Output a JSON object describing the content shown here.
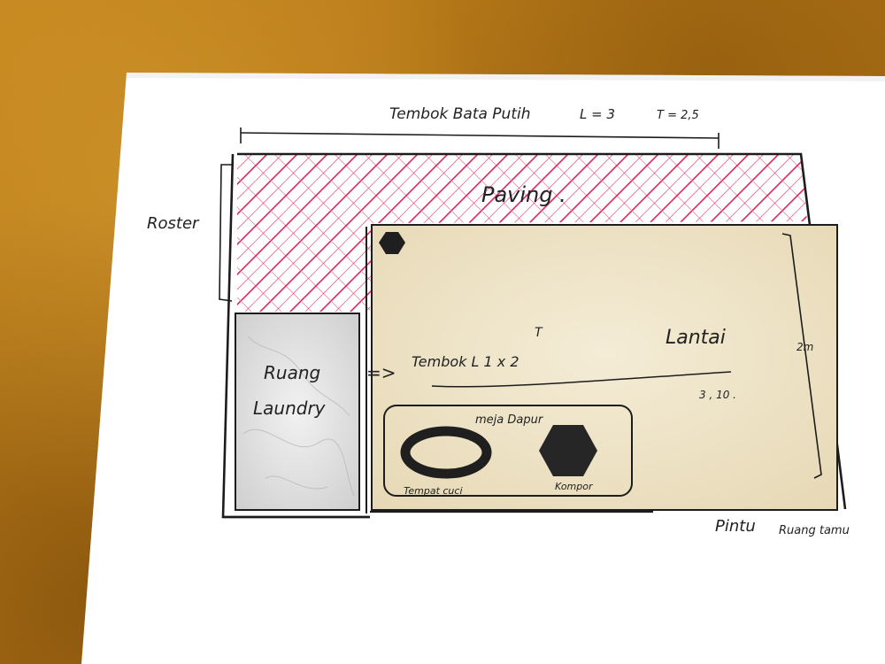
{
  "title": "Tembok Bata Putih",
  "title_L": "L = 3",
  "title_T": "T = 2,5",
  "roster_label": "Roster",
  "paving_label": "Paving .",
  "laundry_line1": "Ruang",
  "laundry_line2": "Laundry",
  "arrow_symbol": "=>",
  "wall_note": "Tembok  L  1 x 2",
  "wall_note_T": "T",
  "floor_label": "Lantai",
  "floor_size": "3 , 10 .",
  "height_label": "2m",
  "counter_label": "meja Dapur",
  "sink_label": "Tempat cuci",
  "stove_label": "Kompor",
  "door_label_1": "Pintu",
  "door_label_2": "Ruang tamu",
  "colors": {
    "ink": "#1c1c1c",
    "paving_hatch": "#e0245e",
    "floor_fill": "#efe4c8",
    "laundry_fill": "#dedede",
    "paper": "#ffffff"
  }
}
